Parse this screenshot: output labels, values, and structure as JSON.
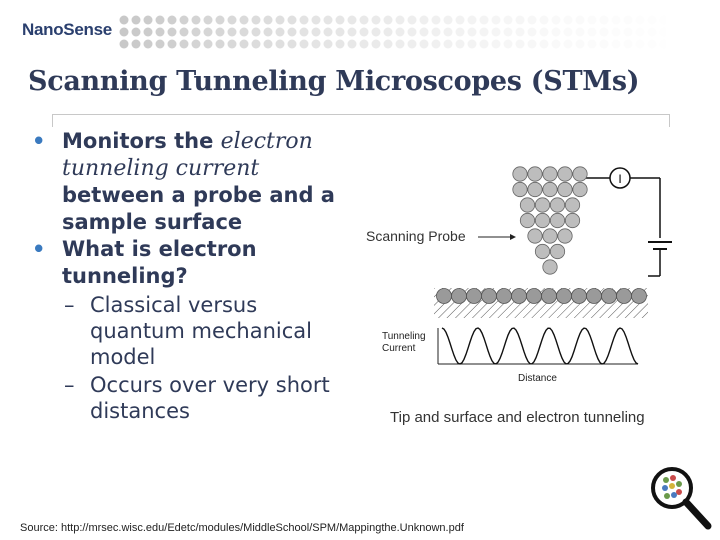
{
  "header": {
    "logo_text": "NanoSense"
  },
  "slide": {
    "title": "Scanning Tunneling Microscopes (STMs)",
    "bullet1_part1": "Monitors the ",
    "bullet1_italic": "electron tunneling current",
    "bullet1_part2": " between a probe and a sample surface",
    "bullet2": "What is electron tunneling?",
    "sub1": "Classical versus quantum mechanical model",
    "sub2": "Occurs over very short distances"
  },
  "figure": {
    "probe_label": "Scanning Probe",
    "meter_label": "I",
    "current_label_1": "Tunneling",
    "current_label_2": "Current",
    "distance_label": "Distance",
    "caption": "Tip and surface and electron tunneling"
  },
  "footer": {
    "source": "Source: http://mrsec.wisc.edu/Edetc/modules/MiddleSchool/SPM/Mappingthe.Unknown.pdf"
  },
  "icons": {
    "logo_icon": "magnifier-icon",
    "bullet_icon": "bullet-dot"
  }
}
